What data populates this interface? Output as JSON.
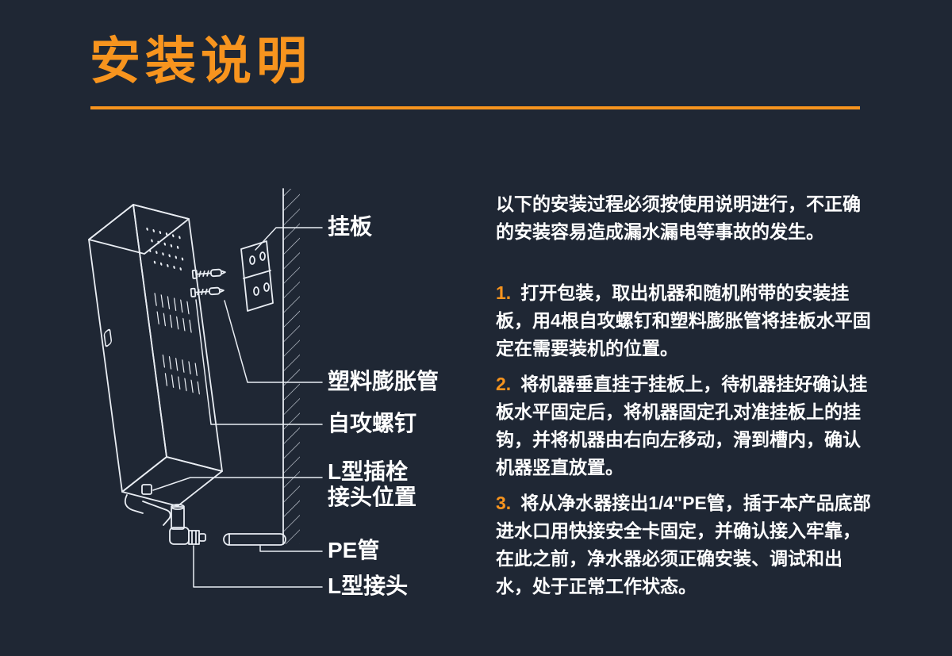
{
  "page": {
    "title": "安装说明",
    "colors": {
      "background": "#1f2734",
      "accent": "#f7941e",
      "text": "#ffffff",
      "diagram_line": "#e9edf3"
    }
  },
  "diagram": {
    "labels": [
      "挂板",
      "塑料膨胀管",
      "自攻螺钉",
      "L型插栓",
      "接头位置",
      "PE管",
      "L型接头"
    ]
  },
  "instructions": {
    "intro": "以下的安装过程必须按使用说明进行，不正确的安装容易造成漏水漏电等事故的发生。",
    "steps": [
      {
        "number": "1.",
        "text": "打开包装，取出机器和随机附带的安装挂板，用4根自攻螺钉和塑料膨胀管将挂板水平固定在需要装机的位置。"
      },
      {
        "number": "2.",
        "text": "将机器垂直挂于挂板上，待机器挂好确认挂板水平固定后，将机器固定孔对准挂板上的挂钩，并将机器由右向左移动，滑到槽内，确认机器竖直放置。"
      },
      {
        "number": "3.",
        "text": "将从净水器接出1/4\"PE管，插于本产品底部进水口用快接安全卡固定，并确认接入牢靠，在此之前，净水器必须正确安装、调试和出水，处于正常工作状态。"
      }
    ]
  }
}
